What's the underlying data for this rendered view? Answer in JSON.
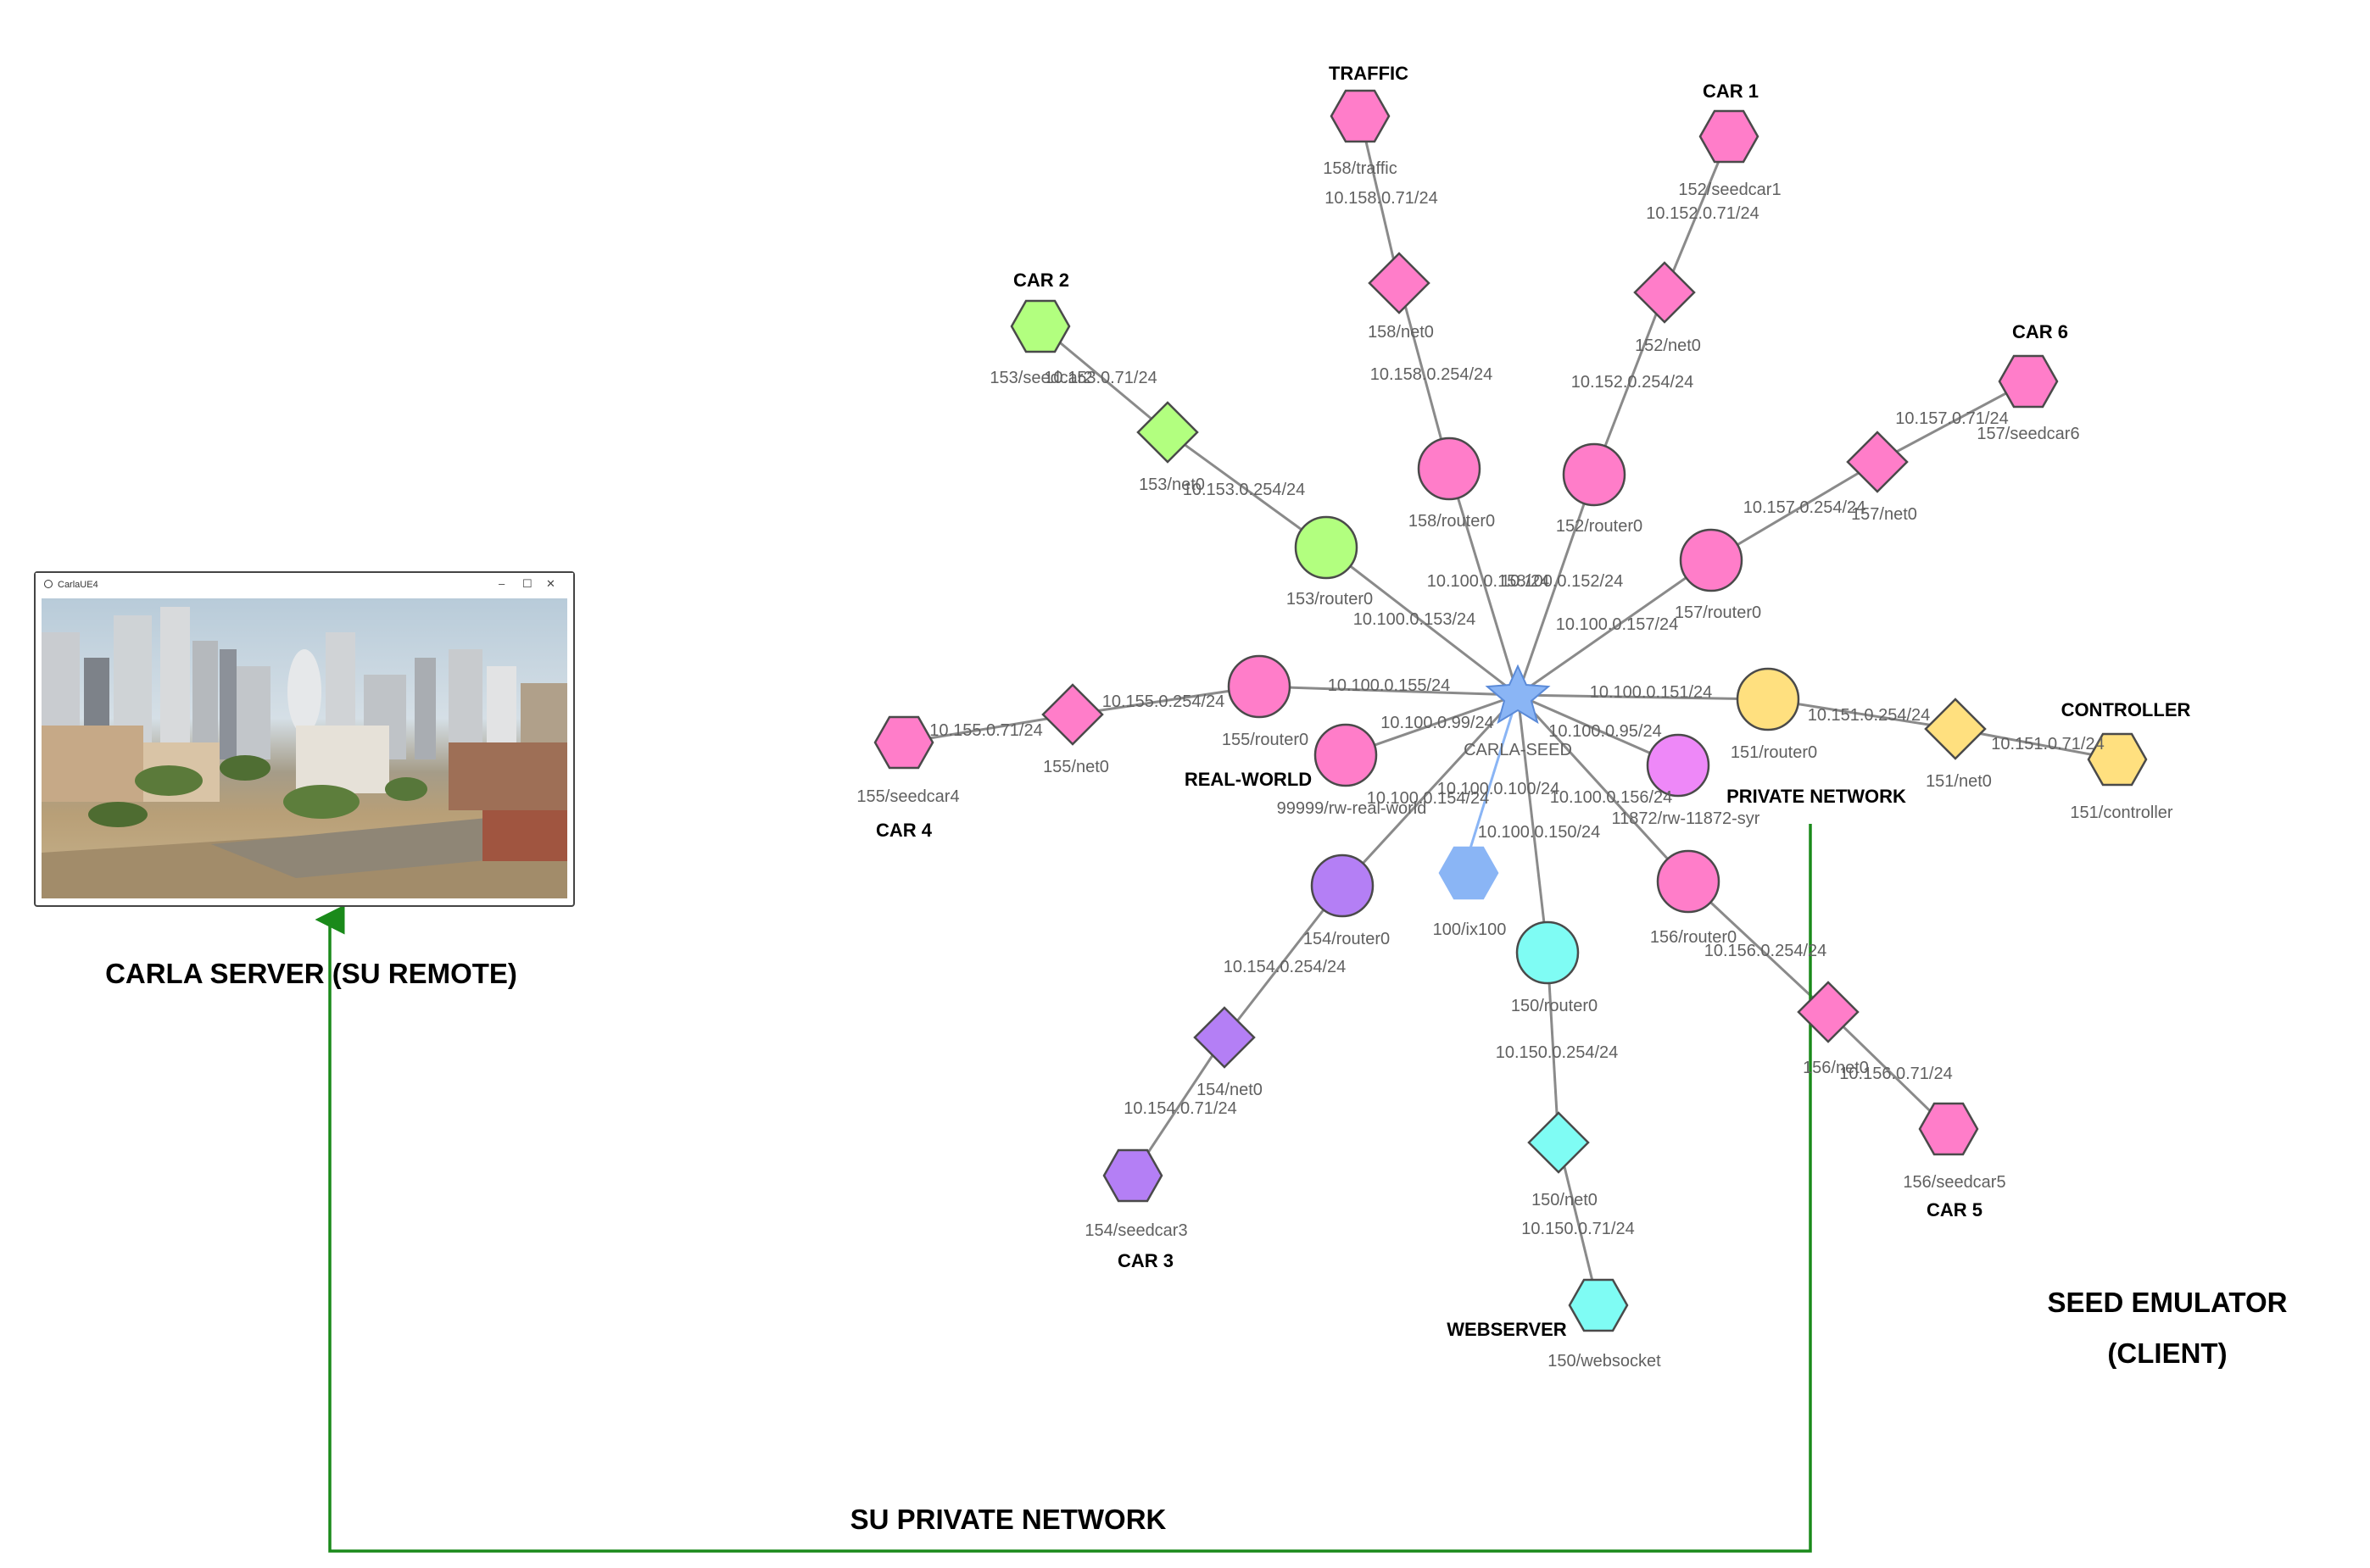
{
  "colors": {
    "pink": "#ff7dc9",
    "green": "#b2ff7f",
    "purple": "#b47ff5",
    "cyan": "#7ffcf4",
    "yellow": "#ffe07f",
    "magenta": "#ee88f8",
    "blue": "#8ab5f5",
    "link": "#1a8a1a"
  },
  "carla_window": {
    "title": "CarlaUE4",
    "minimize": "–",
    "maximize": "☐",
    "close": "✕"
  },
  "headings": {
    "carla_server": "CARLA SERVER (SU REMOTE)",
    "su_private_network": "SU PRIVATE NETWORK",
    "seed_emulator": "SEED EMULATOR",
    "client": "(CLIENT)",
    "private_network": "PRIVATE NETWORK"
  },
  "section_titles": {
    "traffic": "TRAFFIC",
    "car1": "CAR 1",
    "car2": "CAR 2",
    "car3": "CAR 3",
    "car4": "CAR 4",
    "car5": "CAR 5",
    "car6": "CAR 6",
    "controller": "CONTROLLER",
    "webserver": "WEBSERVER",
    "real_world": "REAL-WORLD"
  },
  "nodes": {
    "carla_seed": "CARLA-SEED",
    "traffic_host": "158/traffic",
    "net158": "158/net0",
    "router158": "158/router0",
    "car1_host": "152/seedcar1",
    "net152": "152/net0",
    "router152": "152/router0",
    "car2_host": "153/seedcar2",
    "net153": "153/net0",
    "router153": "153/router0",
    "car6_host": "157/seedcar6",
    "net157": "157/net0",
    "router157": "157/router0",
    "car4_host": "155/seedcar4",
    "net155": "155/net0",
    "router155": "155/router0",
    "realworld": "99999/rw-real-world",
    "router151": "151/router0",
    "net151": "151/net0",
    "controller_host": "151/controller",
    "rw_syr": "11872/rw-11872-syr",
    "ix100": "100/ix100",
    "router154": "154/router0",
    "net154": "154/net0",
    "car3_host": "154/seedcar3",
    "router150": "150/router0",
    "net150": "150/net0",
    "websocket": "150/websocket",
    "router156": "156/router0",
    "net156": "156/net0",
    "car5_host": "156/seedcar5"
  },
  "addresses": {
    "a158_71": "10.158.0.71/24",
    "a158_254": "10.158.0.254/24",
    "a100_158": "10.100.0.158/24",
    "a152_71": "10.152.0.71/24",
    "a152_254": "10.152.0.254/24",
    "a100_152": "10.100.0.152/24",
    "a153_71": "10.153.0.71/24",
    "a153_254": "10.153.0.254/24",
    "a100_153": "10.100.0.153/24",
    "a157_71": "10.157.0.71/24",
    "a157_254": "10.157.0.254/24",
    "a100_157": "10.100.0.157/24",
    "a155_71": "10.155.0.71/24",
    "a155_254": "10.155.0.254/24",
    "a100_155": "10.100.0.155/24",
    "a100_99": "10.100.0.99/24",
    "a100_151": "10.100.0.151/24",
    "a151_254": "10.151.0.254/24",
    "a151_71": "10.151.0.71/24",
    "a100_95": "10.100.0.95/24",
    "a100_154": "10.100.0.154/24",
    "a100_100": "10.100.0.100/24",
    "a100_156": "10.100.0.156/24",
    "a100_150": "10.100.0.150/24",
    "a154_254": "10.154.0.254/24",
    "a154_71": "10.154.0.71/24",
    "a150_254": "10.150.0.254/24",
    "a150_71": "10.150.0.71/24",
    "a156_254": "10.156.0.254/24",
    "a156_71": "10.156.0.71/24"
  }
}
